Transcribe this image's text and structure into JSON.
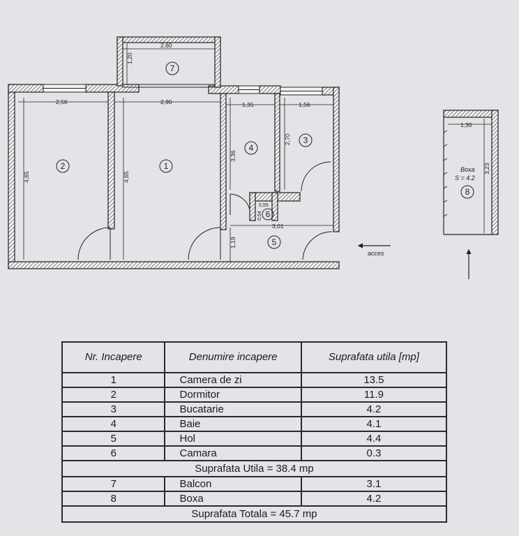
{
  "plan": {
    "dimensions": {
      "d_260": "2,60",
      "d_120": "1,20",
      "d_256": "2,56",
      "d_290": "2,90",
      "d_135": "1,35",
      "d_156": "1,56",
      "d_465_a": "4,65",
      "d_465_b": "4,65",
      "d_336": "3,36",
      "d_270": "2,70",
      "d_055": "0,55",
      "d_054": "0,54",
      "d_301": "3,01",
      "d_119": "1,19",
      "d_130": "1,30",
      "d_323": "3,23"
    },
    "room_numbers": [
      "1",
      "2",
      "3",
      "4",
      "5",
      "6",
      "7",
      "8"
    ],
    "boxa_name": "Boxa",
    "boxa_area": "S = 4.2",
    "access_label": "acces"
  },
  "table": {
    "headers": [
      "Nr. Incapere",
      "Denumire incapere",
      "Suprafata utila [mp]"
    ],
    "rows": [
      {
        "nr": "1",
        "name": "Camera de zi",
        "area": "13.5"
      },
      {
        "nr": "2",
        "name": "Dormitor",
        "area": "11.9"
      },
      {
        "nr": "3",
        "name": "Bucatarie",
        "area": "4.2"
      },
      {
        "nr": "4",
        "name": "Baie",
        "area": "4.1"
      },
      {
        "nr": "5",
        "name": "Hol",
        "area": "4.4"
      },
      {
        "nr": "6",
        "name": "Camara",
        "area": "0.3"
      }
    ],
    "util_total": "Suprafata Utila = 38.4 mp",
    "extra_rows": [
      {
        "nr": "7",
        "name": "Balcon",
        "area": "3.1"
      },
      {
        "nr": "8",
        "name": "Boxa",
        "area": "4.2"
      }
    ],
    "grand_total": "Suprafata Totala = 45.7 mp"
  }
}
